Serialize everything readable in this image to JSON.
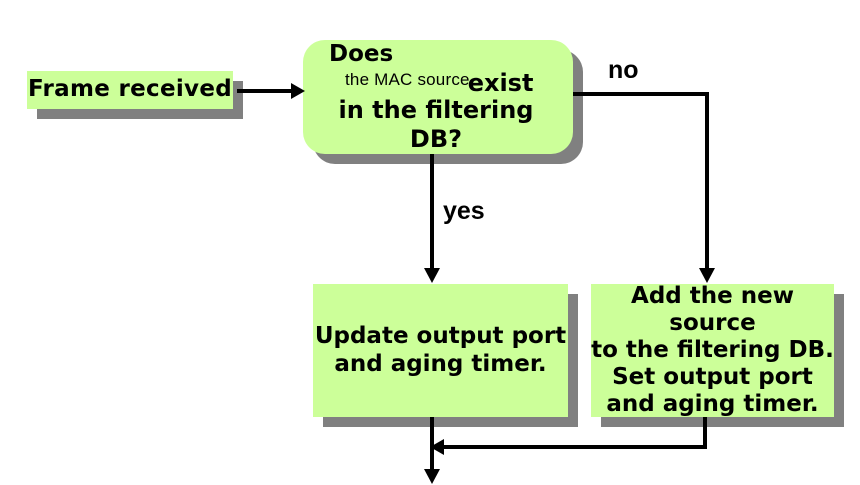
{
  "diagram": {
    "title": "MAC source learning flowchart",
    "colors": {
      "box_fill": "#ccff99",
      "box_shadow": "#808080",
      "line": "#000000",
      "text": "#000000",
      "background": "#ffffff"
    }
  },
  "nodes": {
    "start": {
      "label": "Frame received",
      "shape": "rectangle"
    },
    "decision": {
      "shape": "rounded-rectangle",
      "line1": "Does",
      "line2_small": "the MAC source",
      "line2_large": "exist",
      "line3": "in the filtering DB?",
      "full_text": "Does the MAC source exist in the filtering DB?"
    },
    "update": {
      "shape": "rectangle",
      "line1": "Update output port",
      "line2": "and aging timer.",
      "full_text": "Update output port and aging timer."
    },
    "add": {
      "shape": "rectangle",
      "line1": "Add the new source",
      "line2": "to the filtering DB.",
      "line3": "Set output port",
      "line4": "and aging timer.",
      "full_text": "Add the new source to the filtering DB. Set output port and aging timer."
    }
  },
  "edges": {
    "start_to_decision": {
      "label": ""
    },
    "decision_no": {
      "label": "no"
    },
    "decision_yes": {
      "label": "yes"
    },
    "merge_out": {
      "label": ""
    }
  }
}
